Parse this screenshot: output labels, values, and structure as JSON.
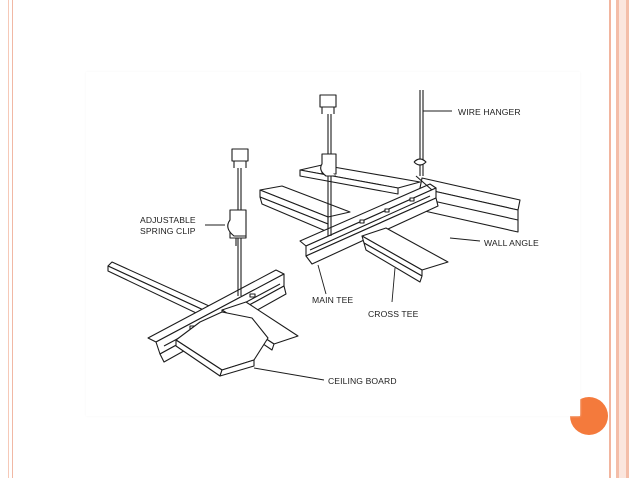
{
  "slide": {
    "accent_color": "#f47a3c",
    "frame_color": "#f2b59e"
  },
  "diagram": {
    "labels": {
      "wire_hanger": "WIRE HANGER",
      "adjustable_line1": "ADJUSTABLE",
      "adjustable_line2": "SPRING CLIP",
      "wall_angle": "WALL ANGLE",
      "main_tee": "MAIN TEE",
      "cross_tee": "CROSS TEE",
      "ceiling_board": "CEILING BOARD"
    }
  }
}
